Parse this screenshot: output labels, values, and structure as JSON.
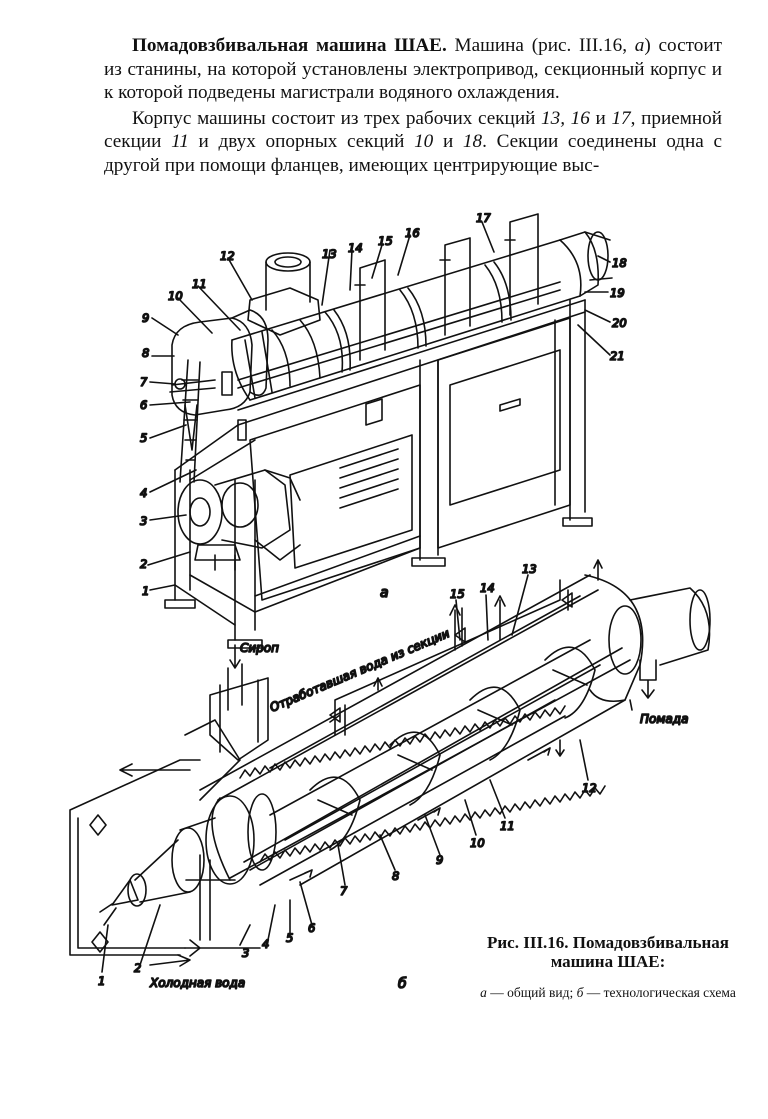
{
  "paragraphs": [
    {
      "bold_lead": "Помадовзбивальная машина ШАЕ.",
      "segments": [
        {
          "t": " Машина (рис. III.16, ",
          "i": false
        },
        {
          "t": "а",
          "i": true
        },
        {
          "t": ") состоит из станины, на которой установлены электропривод, секционный корпус и к которой подведены магистрали водяного охлаждения.",
          "i": false
        }
      ]
    },
    {
      "bold_lead": "",
      "segments": [
        {
          "t": "Корпус машины состоит из трех рабочих секций ",
          "i": false
        },
        {
          "t": "13, 16",
          "i": true
        },
        {
          "t": " и ",
          "i": false
        },
        {
          "t": "17",
          "i": true
        },
        {
          "t": ", приемной секции ",
          "i": false
        },
        {
          "t": "11",
          "i": true
        },
        {
          "t": " и двух опорных секций ",
          "i": false
        },
        {
          "t": "10",
          "i": true
        },
        {
          "t": " и ",
          "i": false
        },
        {
          "t": "18",
          "i": true
        },
        {
          "t": ". Секции соединены одна с другой при помощи фланцев, имеющих центрирующие выс-",
          "i": false
        }
      ]
    }
  ],
  "figure_a": {
    "letter": "а",
    "callouts": [
      "1",
      "2",
      "3",
      "4",
      "5",
      "6",
      "7",
      "8",
      "9",
      "10",
      "11",
      "12",
      "13",
      "14",
      "15",
      "16",
      "17",
      "18",
      "19",
      "20",
      "21"
    ]
  },
  "figure_b": {
    "letter": "б",
    "callouts": [
      "1",
      "2",
      "3",
      "4",
      "5",
      "6",
      "7",
      "8",
      "9",
      "10",
      "11",
      "12",
      "13",
      "14",
      "15"
    ],
    "labels": {
      "syrup": "Сироп",
      "waste_water": "Отработавшая вода из секции",
      "fondant": "Помада",
      "cold_water": "Холодная вода"
    }
  },
  "caption": {
    "title": "Рис. III.16. Помадовзбивальная машина ШАЕ:",
    "sub_a_letter": "а",
    "sub_a_text": " — общий вид; ",
    "sub_b_letter": "б",
    "sub_b_text": " — технологическая схема"
  }
}
